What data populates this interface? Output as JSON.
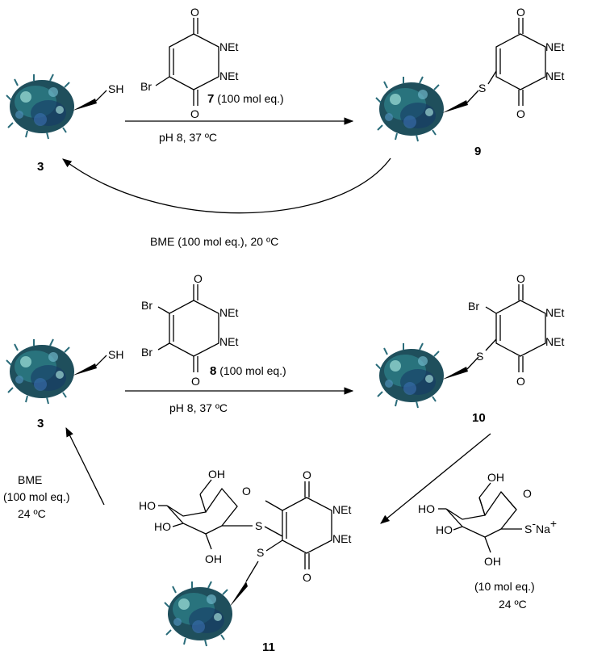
{
  "compounds": {
    "protein_label": "3",
    "reagent_7_num": "7",
    "reagent_7_eq": " (100 mol eq.)",
    "product_9": "9",
    "reagent_8_num": "8",
    "reagent_8_eq": " (100 mol eq.)",
    "product_10": "10",
    "product_11": "11"
  },
  "atoms": {
    "O": "O",
    "N_Et": "NEt",
    "Br": "Br",
    "S": "S",
    "SH": "SH",
    "HO": "HO",
    "OH": "OH",
    "S_anion": "S",
    "Na_plus": "Na",
    "minus": "-",
    "plus": "+"
  },
  "conditions": {
    "top_forward": "pH 8, 37 ºC",
    "top_reverse": "BME (100 mol eq.), 20 ºC",
    "bottom_forward": "pH 8, 37 ºC",
    "bme_line1": "BME",
    "bme_line2": "(100 mol eq.)",
    "bme_line3": "24 ºC",
    "sugar_eq": "(10 mol  eq.)",
    "sugar_temp": "24 ºC"
  }
}
